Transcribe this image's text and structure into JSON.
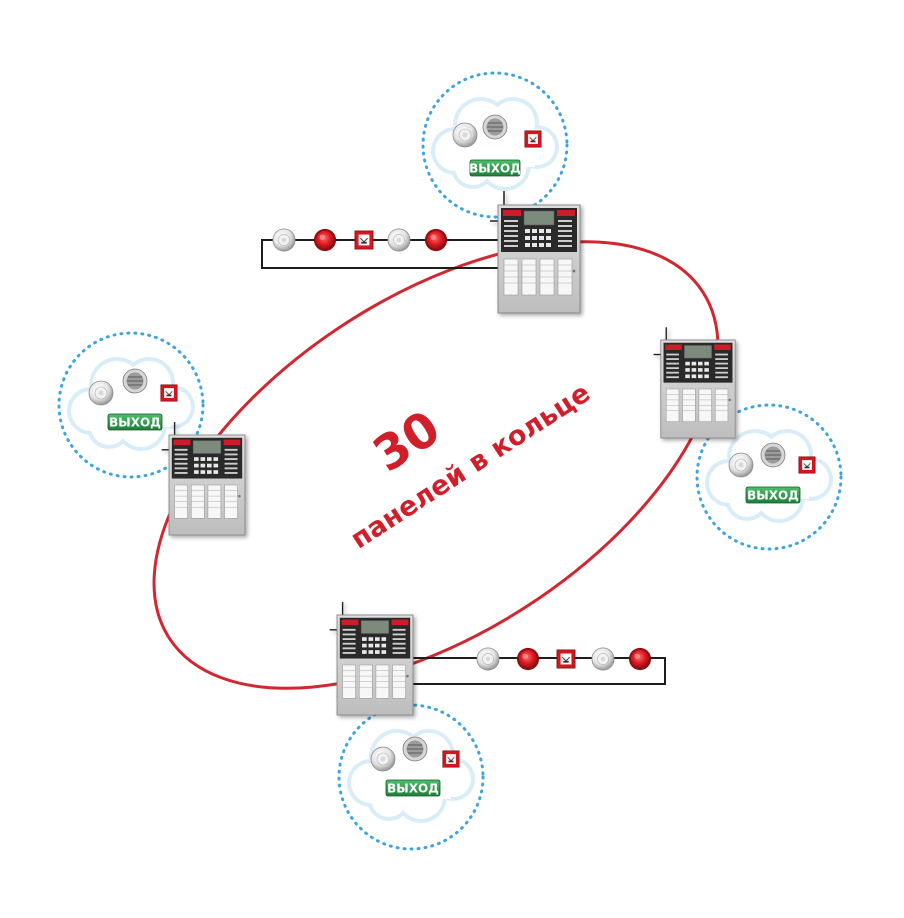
{
  "diagram": {
    "headline_number": "30",
    "headline_text": "панелей в кольце",
    "exit_sign_label": "ВЫХОД",
    "colors": {
      "ring": "#d22630",
      "accent_red": "#d01f2a",
      "exit_green": "#2e9a4e",
      "cloud_dots": "#3ea5dc",
      "panel_gray": "#c9c9c9"
    }
  }
}
